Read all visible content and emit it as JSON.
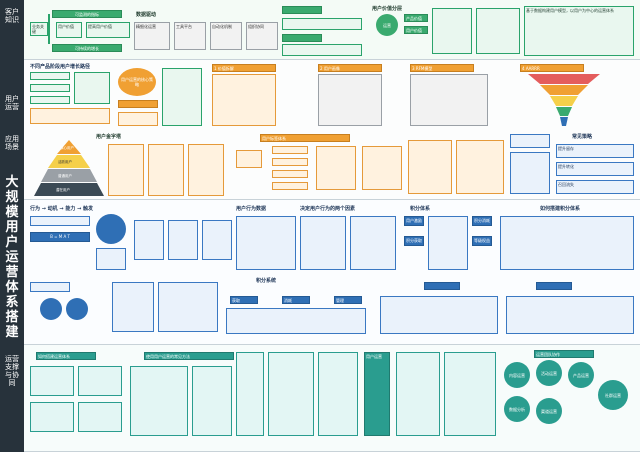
{
  "sidebar": {
    "section1": "客户知识",
    "section2": "用户运营",
    "section2b": "应用场景",
    "big_title": "大规模用户运营体系搭建",
    "section4": "运营支撑与协同"
  },
  "band1": {
    "root": "业务关键",
    "left_top": "可监测的指标",
    "left_bottom": "可持续的增长",
    "node_a": "用户价值",
    "node_b": "提高用户价值",
    "mid_label": "数据驱动",
    "col_a": "精细化运营",
    "col_b": "工具平台",
    "col_c": "自动化机制",
    "col_d": "组织协同",
    "right_head": "用户价值分层",
    "right_circle": "运营",
    "right_a": "产品价值",
    "right_b": "用户价值",
    "right_note": "基于数据构建用户模型，以用户为中心的运营体系"
  },
  "band2": {
    "title_left": "不同产品阶段用户增长路径",
    "title_mid": "用户运营的核心策略",
    "title_pyr": "用户金字塔",
    "pyr_1": "核心用户",
    "pyr_2": "活跃用户",
    "pyr_3": "普通用户",
    "pyr_4": "潜在用户",
    "card_1": "1 价值拆解",
    "card_2": "2 用户画像",
    "card_3": "3 RFM模型",
    "card_4": "4 AARRR",
    "panel_title": "用户标签体系",
    "right_head": "常见策略",
    "right_item_1": "提升留存",
    "right_item_2": "提升转化",
    "right_item_3": "召回流失"
  },
  "band3": {
    "flow_title": "行为 → 动机 → 能力 → 触发",
    "flow_sub": "B = M A T",
    "grid_title": "用户行为数据",
    "sep_title": "决定用户行为的两个因素",
    "right_title": "积分体系",
    "right_title2": "如何搭建积分体系",
    "node_1": "用户激励",
    "node_2": "积分获取",
    "node_3": "积分消耗",
    "node_4": "等级权益",
    "tree_head": "积分系统",
    "tree_a": "获取",
    "tree_b": "消耗",
    "tree_c": "管理"
  },
  "band4": {
    "title_left": "如何搭建运营体系",
    "title_mid": "使用用户运营的常见方法",
    "title_right": "运营团队协作",
    "center": "用户运营",
    "circle_1": "内容运营",
    "circle_2": "活动运营",
    "circle_3": "产品运营",
    "circle_4": "数据分析",
    "circle_5": "渠道运营",
    "circle_6": "社群运营"
  },
  "colors": {
    "green": "#3aaa6f",
    "blue": "#2f6fb5",
    "orange": "#f0a033",
    "teal": "#2a9d8f",
    "sidebar": "#27323b"
  }
}
